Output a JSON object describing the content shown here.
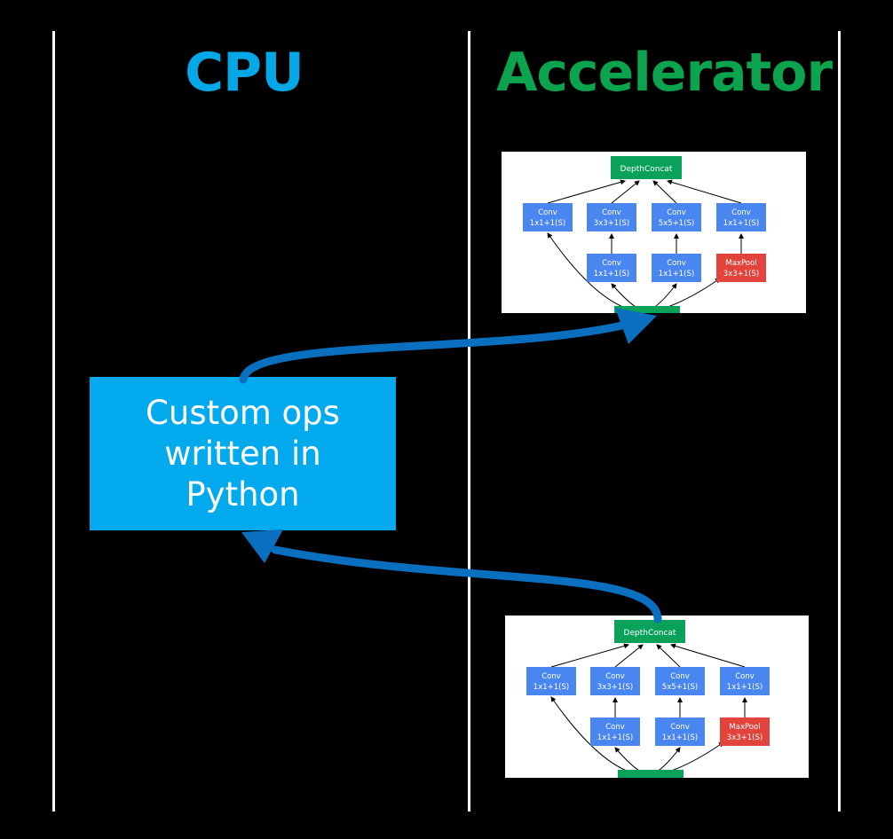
{
  "columns": {
    "cpu": {
      "label": "CPU",
      "color": "#04a8e6"
    },
    "accelerator": {
      "label": "Accelerator",
      "color": "#0ba34d"
    }
  },
  "cpu_box": {
    "text": "Custom ops written in Python",
    "color": "#04aaee"
  },
  "graph": {
    "concat": {
      "label": "DepthConcat",
      "color": "#0aa25a"
    },
    "top_row": [
      {
        "line1": "Conv",
        "line2": "1x1+1(S)"
      },
      {
        "line1": "Conv",
        "line2": "3x3+1(S)"
      },
      {
        "line1": "Conv",
        "line2": "5x5+1(S)"
      },
      {
        "line1": "Conv",
        "line2": "1x1+1(S)"
      }
    ],
    "bottom_row": [
      {
        "line1": "Conv",
        "line2": "1x1+1(S)",
        "kind": "conv"
      },
      {
        "line1": "Conv",
        "line2": "1x1+1(S)",
        "kind": "conv"
      },
      {
        "line1": "MaxPool",
        "line2": "3x3+1(S)",
        "kind": "pool"
      }
    ],
    "conv_color": "#4a86f0",
    "pool_color": "#e2433a"
  },
  "arrow_color": "#0a6fbe"
}
